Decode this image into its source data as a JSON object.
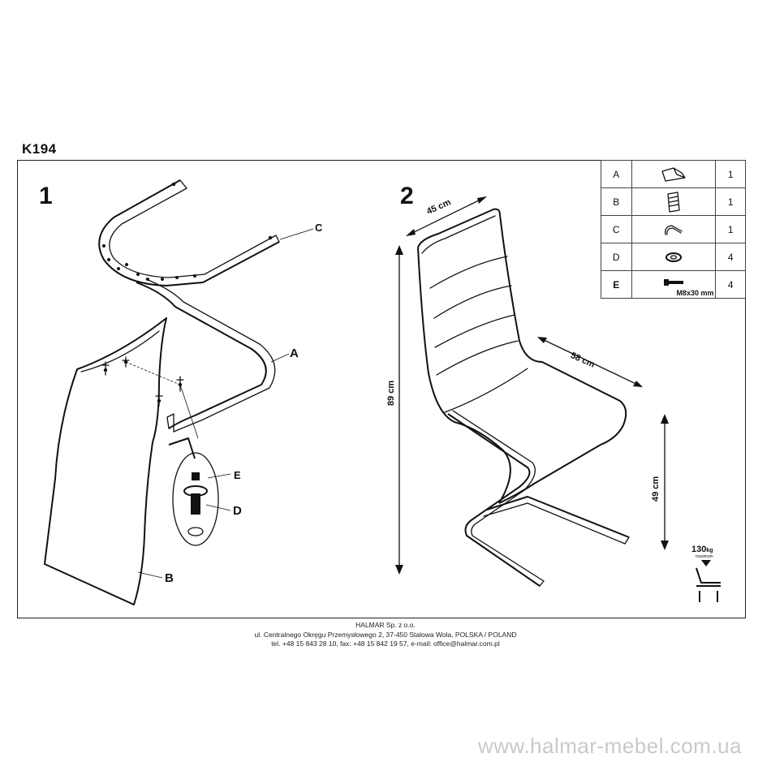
{
  "model": "K194",
  "steps": [
    "1",
    "2"
  ],
  "part_labels": {
    "a": "A",
    "b": "B",
    "c": "C",
    "d": "D",
    "e": "E"
  },
  "dimensions": {
    "depth": "45 cm",
    "width": "58 cm",
    "height": "89 cm",
    "seat_height": "49 cm"
  },
  "parts_table": [
    {
      "letter": "A",
      "icon": "seat-shell-icon",
      "qty": "1"
    },
    {
      "letter": "B",
      "icon": "backrest-panel-icon",
      "qty": "1"
    },
    {
      "letter": "C",
      "icon": "frame-hook-icon",
      "qty": "1"
    },
    {
      "letter": "D",
      "icon": "washer-icon",
      "qty": "4"
    },
    {
      "letter": "E",
      "icon": "bolt-icon",
      "qty": "4",
      "spec": "M8x30 mm"
    }
  ],
  "max_load": {
    "value": "130",
    "unit": "kg",
    "note": "maximum"
  },
  "footer": {
    "company": "HALMAR Sp. z o.o.",
    "address": "ul. Centralnego Okręgu Przemysłowego 2, 37-450 Stalowa Wola, POLSKA / POLAND",
    "contact": "tel. +48 15 843 28 10, fax: +48 15 842 19 57, e-mail: office@halmar.com.pl"
  },
  "watermark": "www.halmar-mebel.com.ua"
}
